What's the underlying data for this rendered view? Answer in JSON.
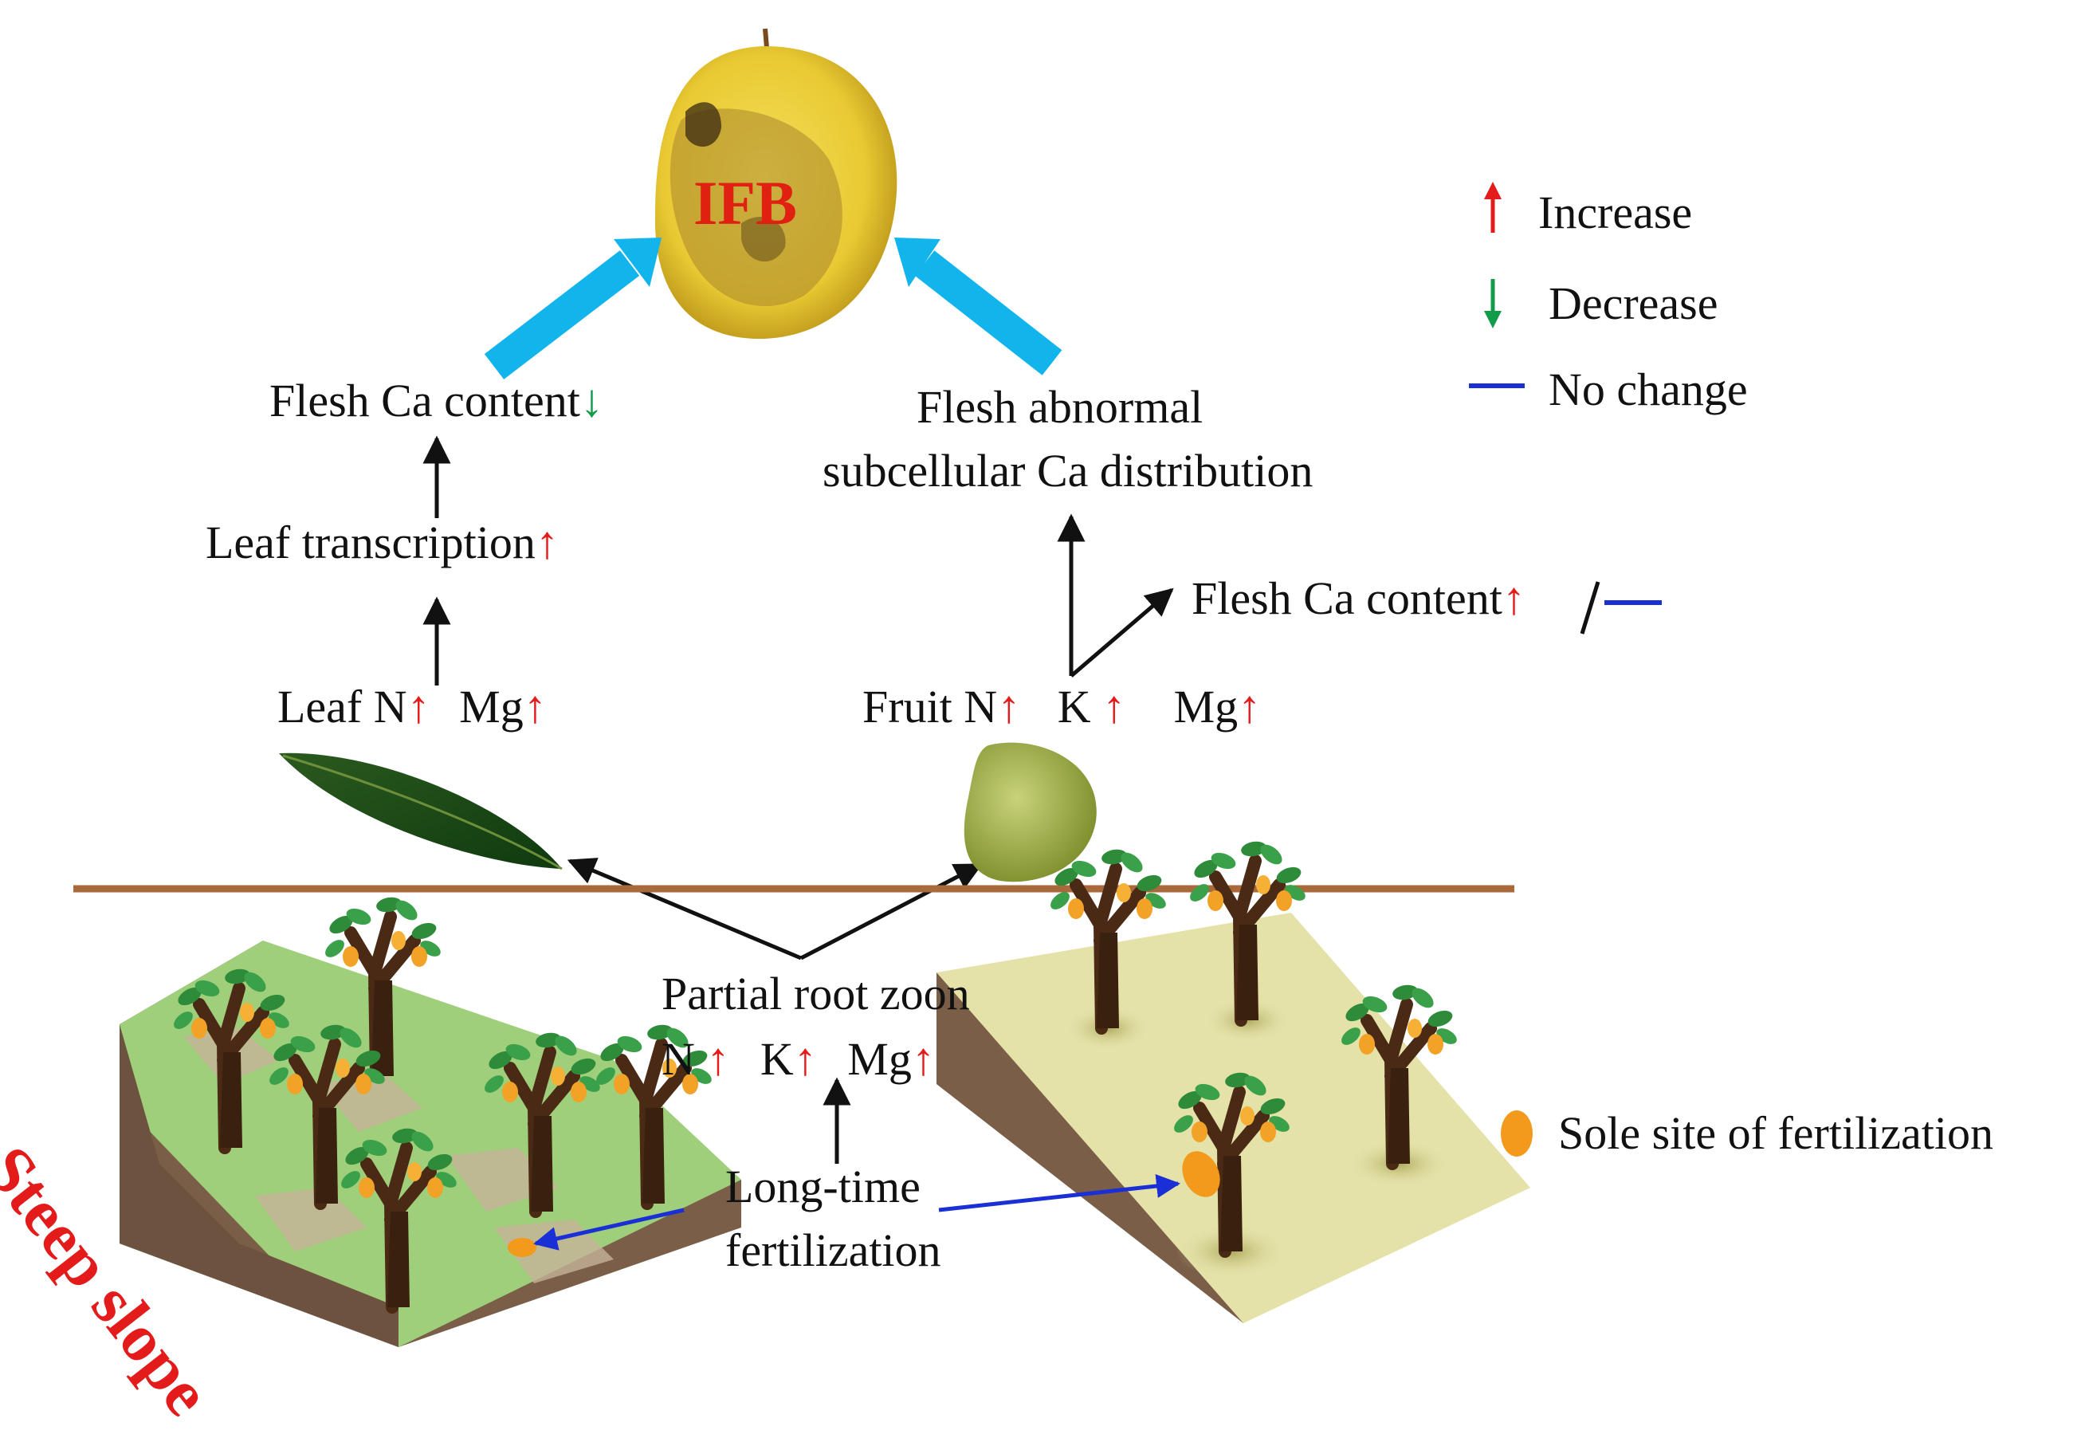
{
  "fruit_label": "IFB",
  "legend": {
    "increase": "Increase",
    "decrease": "Decrease",
    "no_change": "No change",
    "fertilization_site": "Sole site of fertilization"
  },
  "nodes": {
    "flesh_ca_left": "Flesh Ca content",
    "flesh_abnormal_line1": "Flesh abnormal",
    "flesh_abnormal_line2": "subcellular Ca distribution",
    "leaf_transcription": "Leaf  transcription",
    "flesh_ca_right": "Flesh Ca content",
    "leaf_n": "Leaf N",
    "leaf_mg": "Mg",
    "fruit_n": "Fruit N",
    "fruit_k": "K",
    "fruit_mg": "Mg",
    "partial_root": "Partial root zoon",
    "root_n": "N",
    "root_k": "K",
    "root_mg": "Mg",
    "long_time_line1": "Long-time",
    "long_time_line2": "fertilization",
    "steep_slope": "Steep slope"
  },
  "symbols": {
    "up": "↑",
    "down": "↓",
    "slash": "/"
  },
  "colors": {
    "increase": "#e31b1b",
    "decrease": "#129c4a",
    "no_change": "#1a2fd6",
    "big_arrow": "#12b4ec",
    "ground_line": "#a86a3a",
    "fertilizer": "#f39a1c"
  }
}
